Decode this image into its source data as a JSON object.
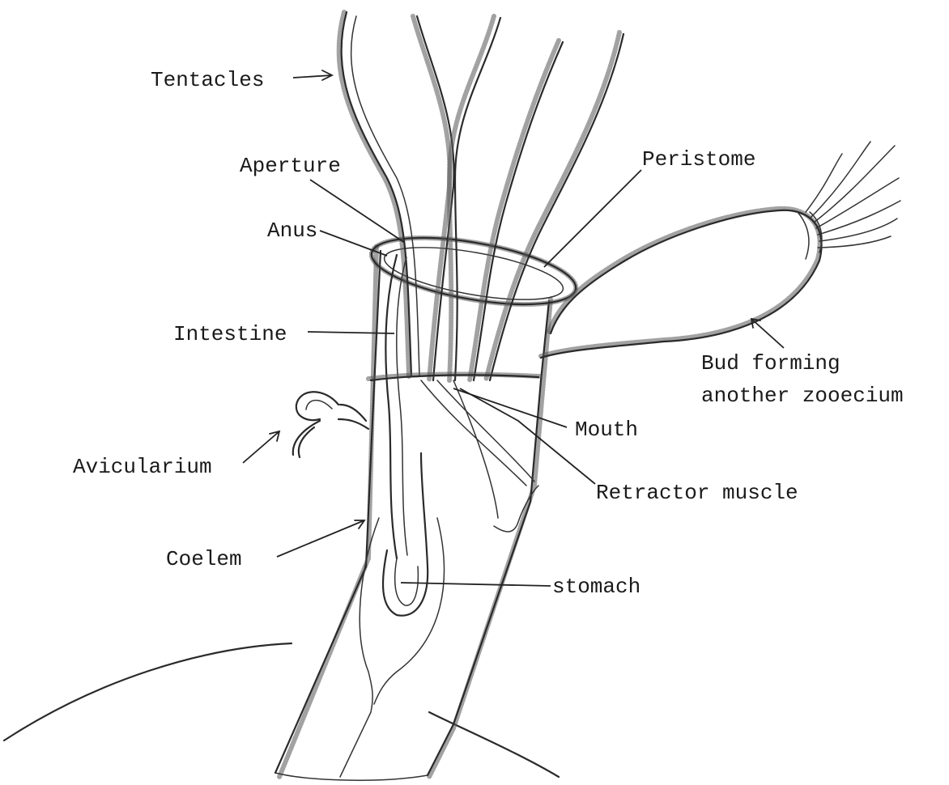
{
  "diagram": {
    "labels": {
      "tentacles": "Tentacles",
      "aperture": "Aperture",
      "peristome": "Peristome",
      "anus": "Anus",
      "intestine": "Intestine",
      "bud_line1": "Bud forming",
      "bud_line2": "another zooecium",
      "mouth": "Mouth",
      "avicularium": "Avicularium",
      "retractor_muscle": "Retractor muscle",
      "coelem": "Coelem",
      "stomach": "stomach"
    },
    "colors": {
      "ink": "#2a2a2a",
      "paper": "#ffffff"
    }
  }
}
